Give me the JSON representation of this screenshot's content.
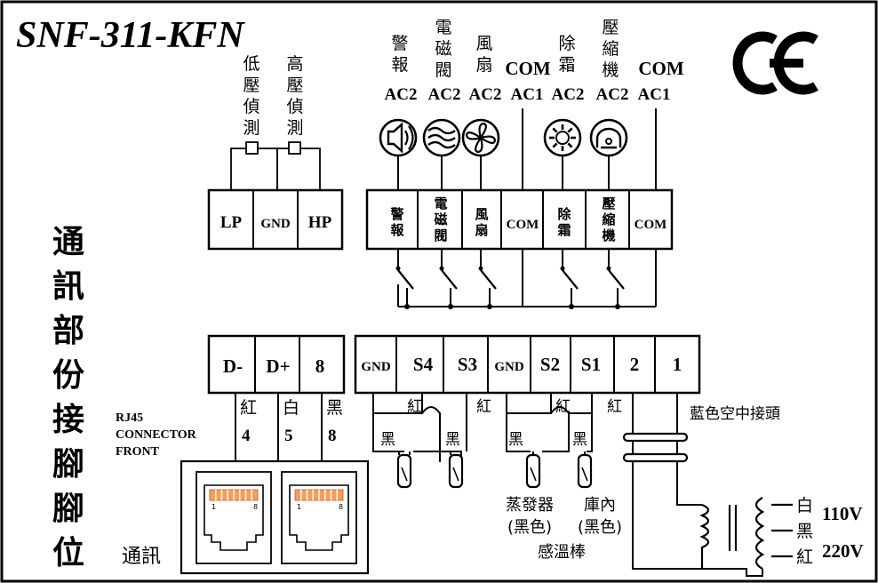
{
  "model": "SNF-311-KFN",
  "ce_mark": "CE",
  "pressure": {
    "low_label": [
      "低",
      "壓",
      "偵",
      "測"
    ],
    "high_label": [
      "高",
      "壓",
      "偵",
      "測"
    ],
    "terminals": [
      "LP",
      "GND",
      "HP"
    ]
  },
  "outputs": {
    "top_labels": [
      {
        "name": [
          "警",
          "報"
        ],
        "ac": "AC2"
      },
      {
        "name": [
          "電",
          "磁",
          "閥"
        ],
        "ac": "AC2"
      },
      {
        "name": [
          "風",
          "扇"
        ],
        "ac": "AC2"
      },
      {
        "name": [
          "COM"
        ],
        "ac": "AC1"
      },
      {
        "name": [
          "除",
          "霜"
        ],
        "ac": "AC2"
      },
      {
        "name": [
          "壓",
          "縮",
          "機"
        ],
        "ac": "AC2"
      },
      {
        "name": [
          "COM"
        ],
        "ac": "AC1"
      }
    ],
    "terminals": [
      [
        "警",
        "報"
      ],
      [
        "電",
        "磁",
        "閥"
      ],
      [
        "風",
        "扇"
      ],
      [
        "COM"
      ],
      [
        "除",
        "霜"
      ],
      [
        "壓",
        "縮",
        "機"
      ],
      [
        "COM"
      ]
    ]
  },
  "comm": {
    "side_title": [
      "通",
      "訊",
      "部",
      "份",
      "接",
      "腳",
      "腳",
      "位"
    ],
    "terminals": [
      "D-",
      "D+",
      "8"
    ],
    "wire_colors": [
      {
        "color": "紅",
        "pin": "4"
      },
      {
        "color": "白",
        "pin": "5"
      },
      {
        "color": "黑",
        "pin": "8"
      }
    ],
    "rj45_label": [
      "RJ45",
      "CONNECTOR",
      "FRONT"
    ],
    "bottom_label": "通訊",
    "pin_marks": [
      "1",
      "8"
    ]
  },
  "sensors": {
    "terminals": [
      "GND",
      "S4",
      "S3",
      "GND",
      "S2",
      "S1",
      "2",
      "1"
    ],
    "wire_red": "紅",
    "wire_black": "黑",
    "evap_label": [
      "蒸發器",
      "(黑色)"
    ],
    "room_label": [
      "庫內",
      "(黑色)"
    ],
    "probe_label": "感溫棒"
  },
  "power": {
    "connector_label": "藍色空中接頭",
    "taps": [
      "白",
      "黑",
      "紅"
    ],
    "voltages": [
      "110V",
      "220V"
    ]
  }
}
